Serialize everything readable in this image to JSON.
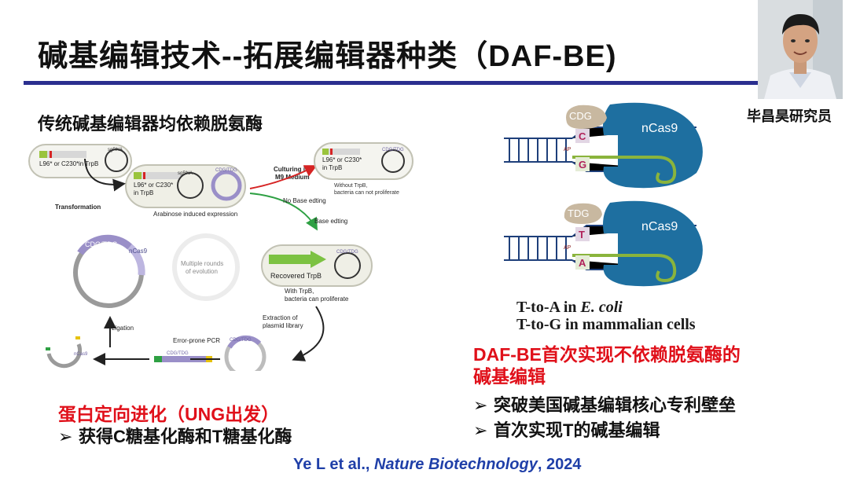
{
  "slide": {
    "title": "碱基编辑技术--拓展编辑器种类（DAF-BE)",
    "researcher_name": "毕昌昊研究员",
    "left_heading": "传统碱基编辑器均依赖脱氨酶",
    "evolution_heading": "蛋白定向进化（UNG出发）",
    "evolution_bullet": "获得C糖基化酶和T糖基化酶",
    "daf_line1": "DAF-BE首次实现不依赖脱氨酶的",
    "daf_line2": "碱基编辑",
    "right_bullets": [
      "突破美国碱基编辑核心专利壁垒",
      "首次实现T的碱基编辑"
    ],
    "bullet_marker": "➢",
    "citation": {
      "authors": "Ye L et al., ",
      "journal": "Nature Biotechnology",
      "year": ", 2024"
    }
  },
  "cycle_diagram": {
    "strain1_line1": "L96* or C230*",
    "strain1_line2": "in TrpB",
    "strain2_line1": "L96* or C230*",
    "strain2_line2": "in TrpB",
    "strain3_line1": "L96* or C230*",
    "strain3_line2": "in TrpB",
    "sgrna_label": "sgRNA",
    "cdg_tdg_label": "CDG/TDG",
    "ncas9_label": "nCas9",
    "transformation": "Transformation",
    "arabinose": "Arabinose induced expression",
    "culturing_line1": "Culturing in",
    "culturing_line2": "M9 Medium",
    "no_base_editing": "No Base edting",
    "base_editing": "Base edting",
    "without_trpb_line1": "Without TrpB,",
    "without_trpb_line2": "bacteria can not proliferate",
    "recovered": "Recovered TrpB",
    "with_trpb_line1": "With TrpB,",
    "with_trpb_line2": "bacteria can proliferate",
    "extraction_line1": "Extraction of",
    "extraction_line2": "plasmid library",
    "error_prone_pcr": "Error-prone PCR",
    "ligation": "Ligation",
    "rounds_line1": "Multiple rounds",
    "rounds_line2": "of evolution"
  },
  "dna_diagrams": {
    "top": {
      "enzyme": "CDG",
      "top_base": "C",
      "bottom_base": "G",
      "ap": "AP",
      "cas": "nCas9"
    },
    "bottom": {
      "enzyme": "TDG",
      "top_base": "T",
      "bottom_base": "A",
      "ap": "AP",
      "cas": "nCas9"
    },
    "legend_line1_prefix": "T-to-A in ",
    "legend_line1_species": "E. coli",
    "legend_line2": "T-to-G in mammalian cells"
  },
  "colors": {
    "title_rule": "#2b2f8f",
    "highlight_red": "#e0101a",
    "citation_blue": "#1f3fa8",
    "ncas9_blue": "#1e6fa0",
    "enzyme_tan": "#c8b8a0",
    "guide_green": "#8ab43c",
    "base_red": "#b0225a"
  }
}
